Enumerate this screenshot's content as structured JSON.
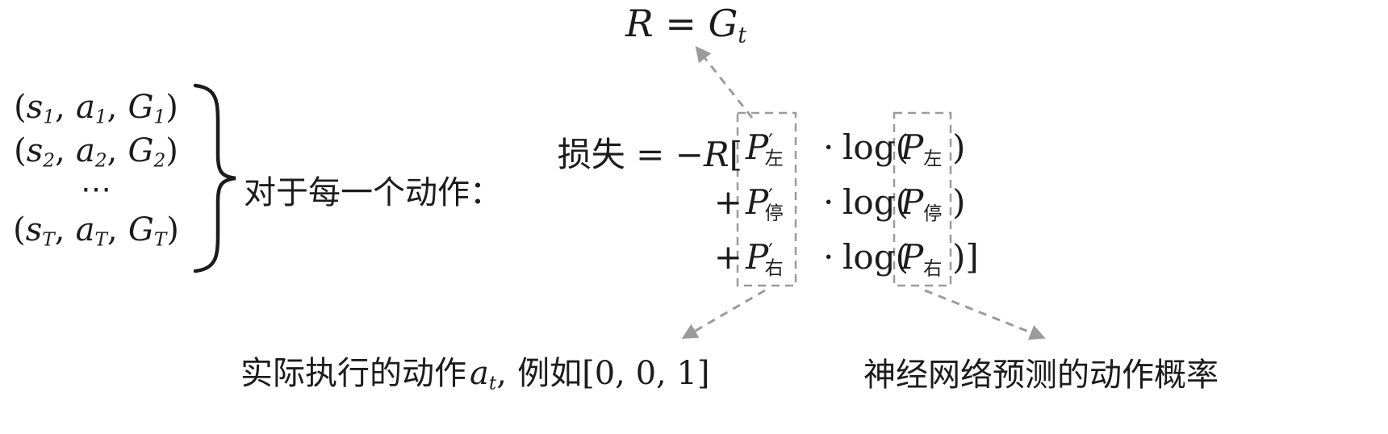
{
  "colors": {
    "text": "#1c1c1c",
    "dashed_gray": "#9b9b9b",
    "background": "#ffffff"
  },
  "return_formula": {
    "var_r": "R",
    "equals": "=",
    "var_g": "G",
    "sub_t": "t"
  },
  "episode_list": {
    "letter_s": "s",
    "letter_a": "a",
    "letter_g": "G",
    "open": "(",
    "close": ")",
    "comma": ",",
    "dots": "⋯",
    "rows": [
      {
        "sub": "1"
      },
      {
        "sub": "2"
      },
      {
        "sub": "T"
      }
    ],
    "brace_label": "对于每一个动作："
  },
  "loss_formula": {
    "label": "损失",
    "equals": "=",
    "minus": "−",
    "var_r": "R",
    "open_bracket": "[",
    "plus": "+",
    "var_p": "P",
    "prime": "′",
    "times_dot": "·",
    "log_open": "log(",
    "close_paren": ")",
    "close_paren_bracket": ")]",
    "lines": [
      {
        "sub": "左"
      },
      {
        "sub": "停"
      },
      {
        "sub": "右"
      }
    ]
  },
  "annotations": {
    "executed_action": {
      "prefix": "实际执行的动作",
      "var_a": "a",
      "sub_t": "t",
      "separator": ",",
      "example_word": "例如",
      "example_vector": "[0, 0, 1]"
    },
    "predicted_probability": {
      "text": "神经网络预测的动作概率"
    }
  }
}
